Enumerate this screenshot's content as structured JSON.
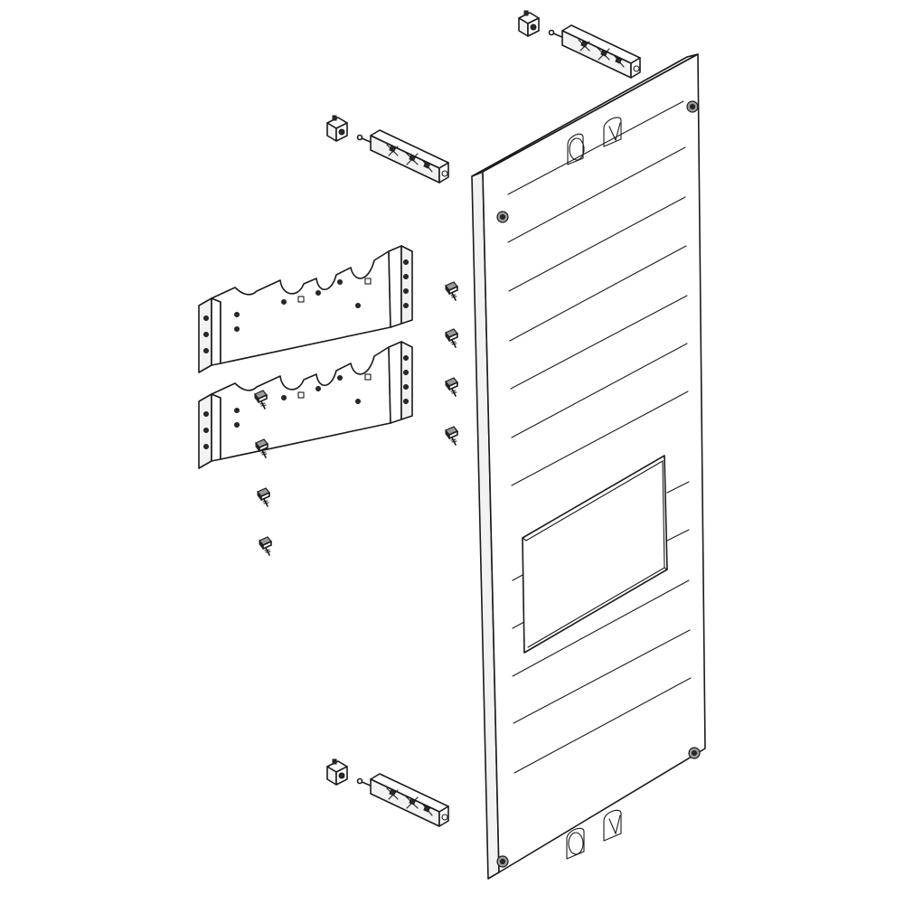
{
  "colors": {
    "line": "#1a1a1a",
    "background": "#ffffff",
    "fill_light": "#f2f2f2"
  },
  "parts": {
    "cover_panel": "cover-panel-with-cutout",
    "mounting_rails": 2,
    "rail_clips": 3,
    "screws_loose": 8
  }
}
